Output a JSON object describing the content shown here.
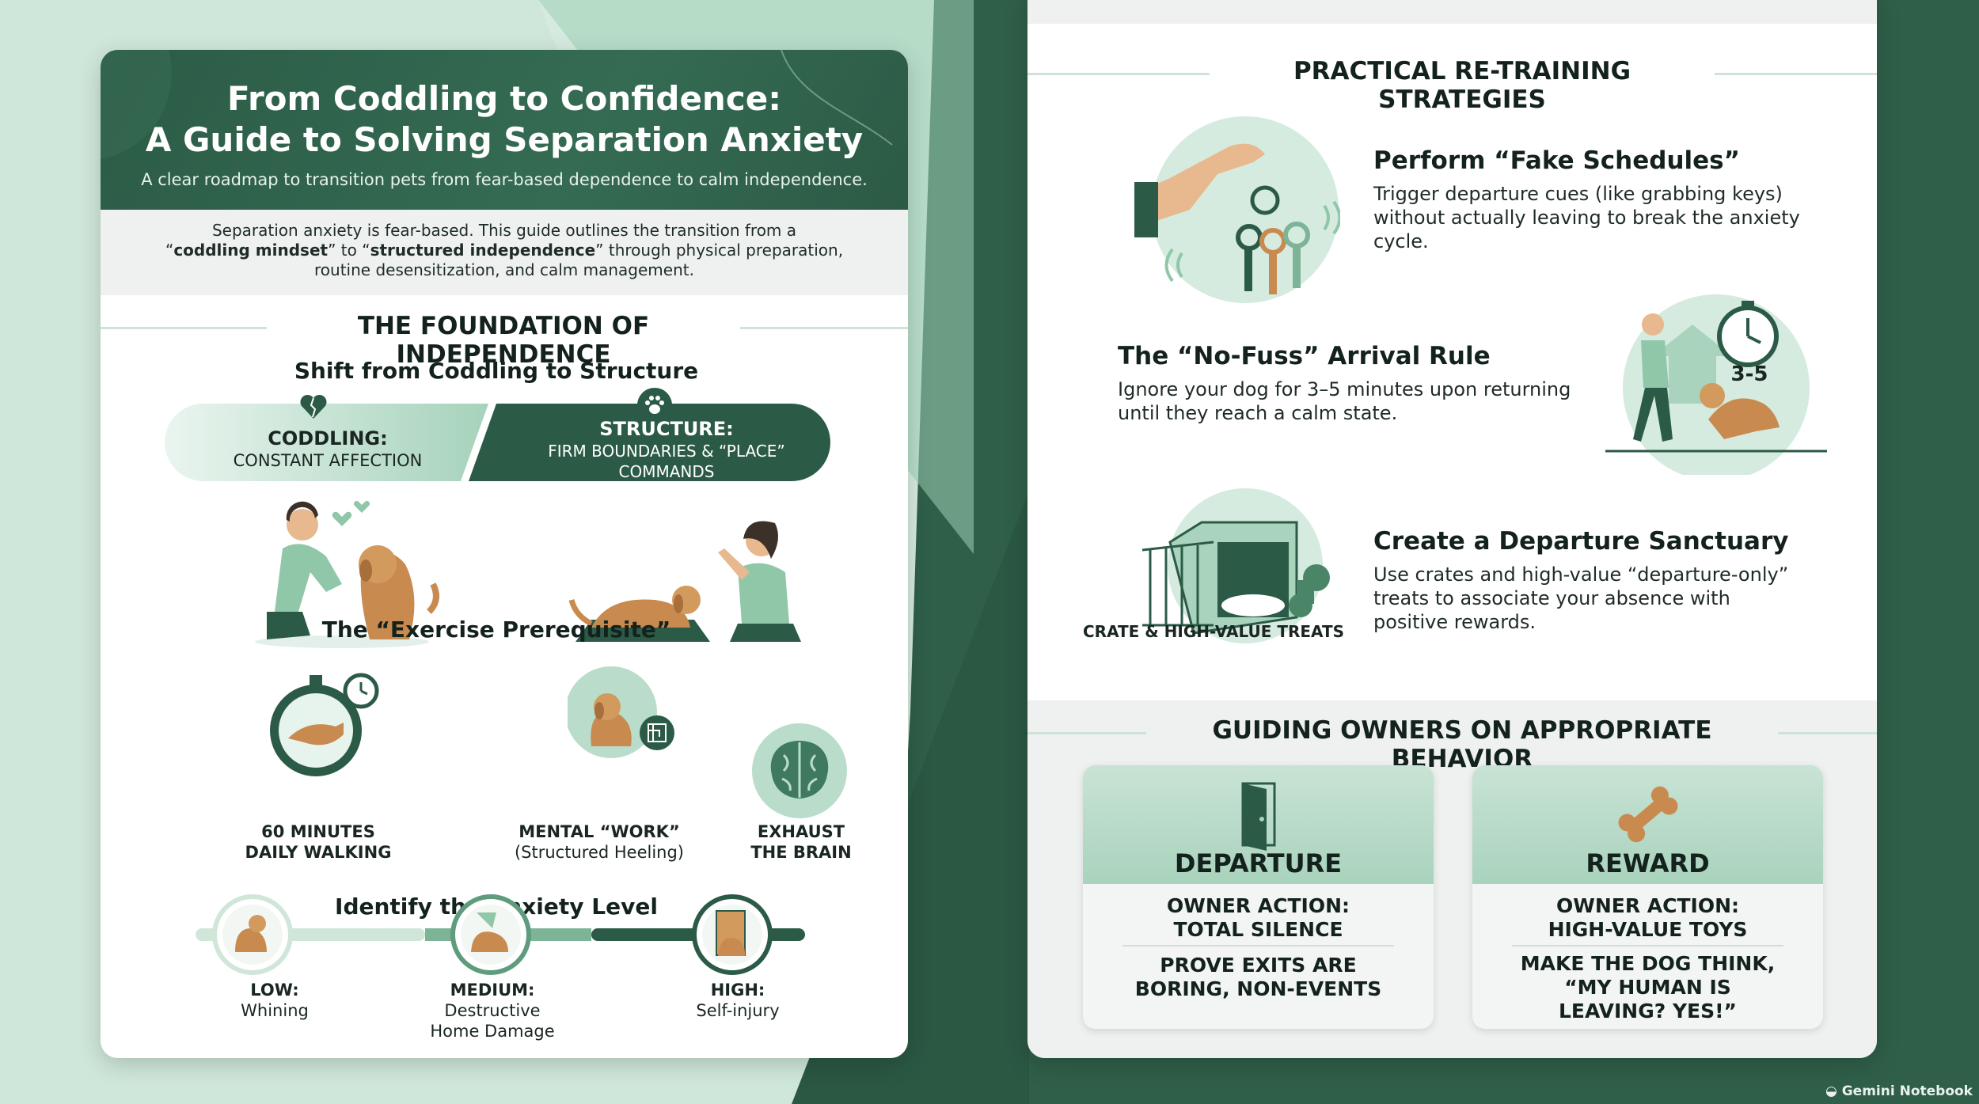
{
  "left": {
    "title_line1": "From Coddling to Confidence:",
    "title_line2": "A Guide to Solving Separation Anxiety",
    "subtitle": "A clear roadmap to transition pets from fear-based dependence to calm independence.",
    "intro_line1": "Separation anxiety is fear-based. This guide outlines the transition from a",
    "intro_q1": "“",
    "intro_bold1": "coddling mindset",
    "intro_mid": "” to “",
    "intro_bold2": "structured independence",
    "intro_end": "” through physical preparation,",
    "intro_line3": "routine desensitization, and calm management.",
    "section_title": "THE FOUNDATION OF INDEPENDENCE",
    "shift_title": "Shift from Coddling to Structure",
    "coddling_title": "CODDLING:",
    "coddling_desc": "CONSTANT AFFECTION",
    "structure_title": "STRUCTURE:",
    "structure_desc1": "FIRM BOUNDARIES & “PLACE”",
    "structure_desc2": "COMMANDS",
    "exercise_title": "The “Exercise Prerequisite”",
    "exercise_items": [
      {
        "l1": "60 MINUTES",
        "l2": "DAILY WALKING"
      },
      {
        "l1": "MENTAL “WORK”",
        "l2": "(Structured Heeling)"
      },
      {
        "l1": "EXHAUST",
        "l2": "THE BRAIN"
      }
    ],
    "anxiety_title": "Identify the Anxiety Level",
    "anxiety_levels": [
      {
        "l1": "LOW:",
        "l2": "Whining",
        "l3": ""
      },
      {
        "l1": "MEDIUM:",
        "l2": "Destructive",
        "l3": "Home Damage"
      },
      {
        "l1": "HIGH:",
        "l2": "Self-injury",
        "l3": ""
      }
    ]
  },
  "right": {
    "section_title": "PRACTICAL RE-TRAINING STRATEGIES",
    "s1_title": "Perform “Fake Schedules”",
    "s1_desc": [
      "Trigger departure cues (like grabbing keys)",
      "without actually leaving to break the anxiety",
      "cycle."
    ],
    "s2_title": "The “No-Fuss” Arrival Rule",
    "s2_desc": [
      "Ignore your dog for 3–5 minutes upon returning",
      "until they reach a calm state."
    ],
    "s2_badge": "3-5",
    "s3_title": "Create a Departure Sanctuary",
    "s3_desc": [
      "Use crates and high-value “departure-only”",
      "treats to associate your absence with",
      "positive rewards."
    ],
    "s3_caption": "CRATE & HIGH-VALUE TREATS",
    "guide_title": "GUIDING OWNERS ON APPROPRIATE BEHAVIOR",
    "cards": [
      {
        "title": "DEPARTURE",
        "l1a": "OWNER ACTION:",
        "l1b": "TOTAL SILENCE",
        "l2a": "PROVE EXITS ARE",
        "l2b": "BORING, NON-EVENTS",
        "l2c": ""
      },
      {
        "title": "REWARD",
        "l1a": "OWNER ACTION:",
        "l1b": "HIGH-VALUE TOYS",
        "l2a": "MAKE THE DOG THINK,",
        "l2b": "“MY HUMAN IS",
        "l2c": "LEAVING? YES!”"
      }
    ]
  },
  "footer": "Gemini Notebook",
  "colors": {
    "primary": "#2b5b46",
    "mint": "#a9d3bd",
    "light": "#d5ebdf",
    "dog": "#c98a4f"
  }
}
